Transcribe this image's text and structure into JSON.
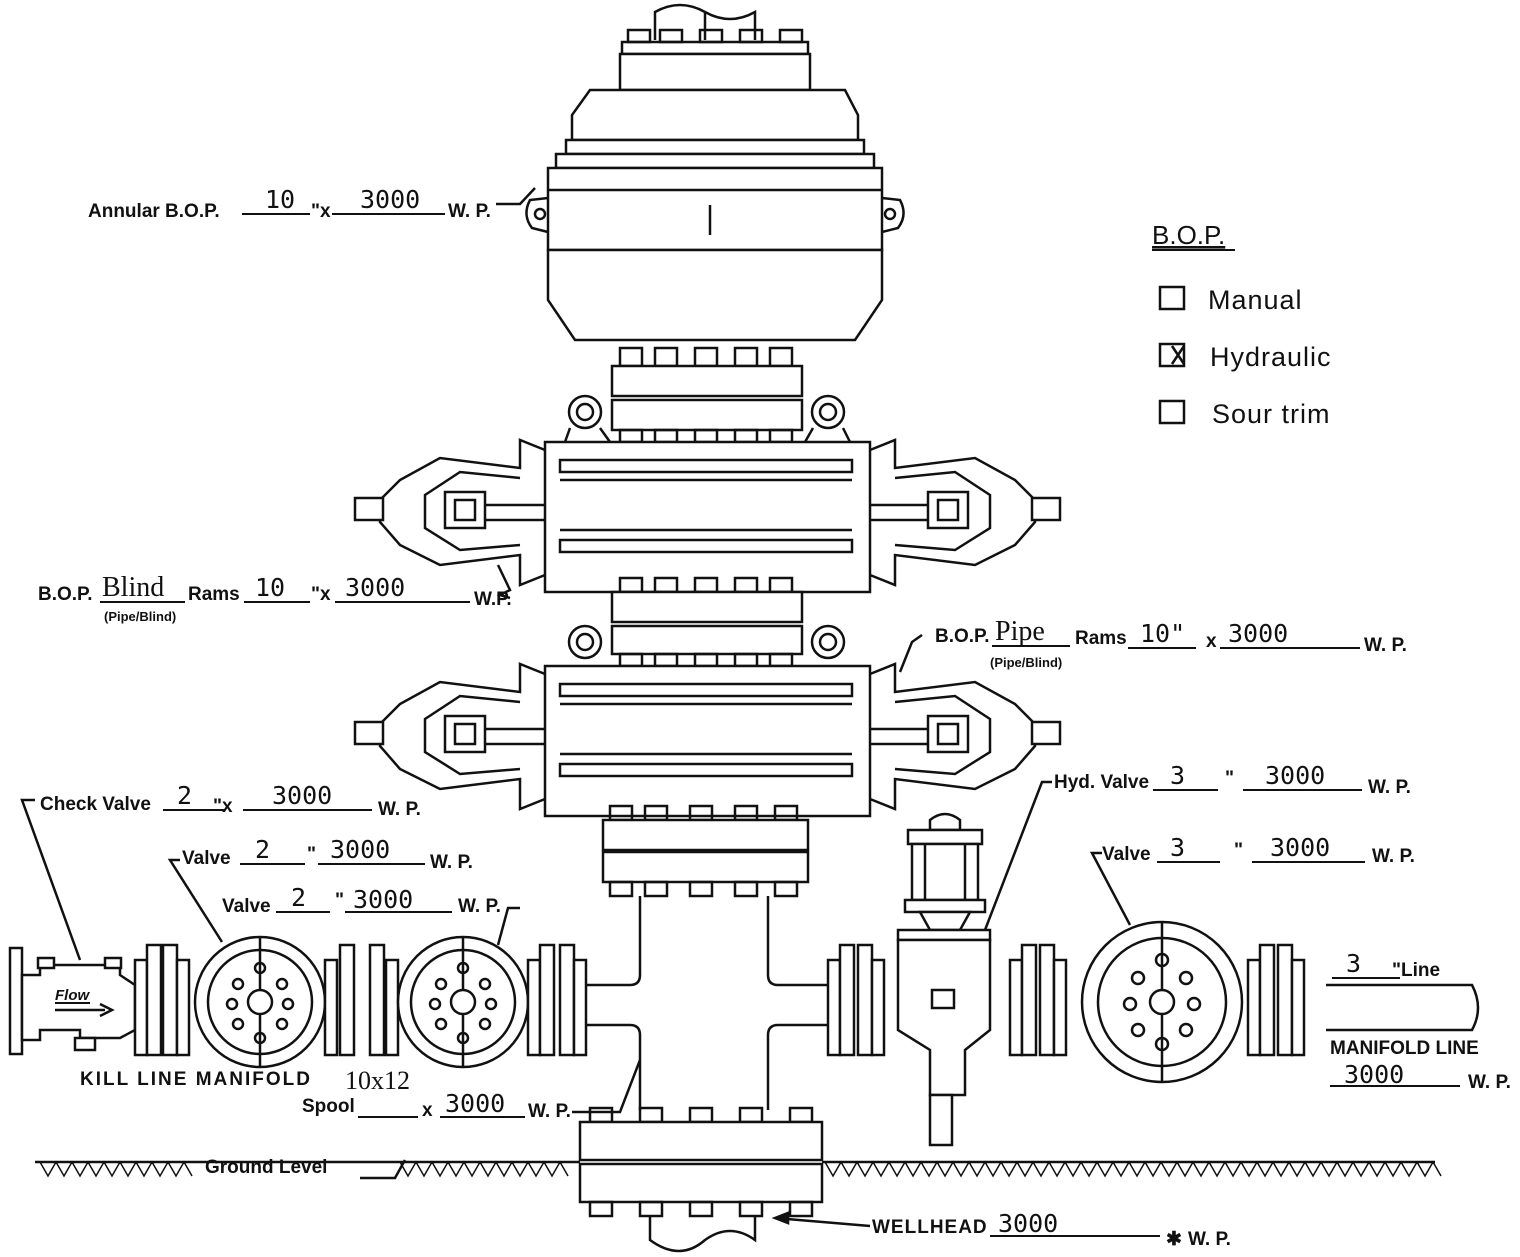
{
  "labels": {
    "annular": {
      "prefix": "Annular B.O.P.",
      "size": "10",
      "x": "\"x",
      "pressure": "3000",
      "suffix": "W. P."
    },
    "blind_rams": {
      "prefix": "B.O.P.",
      "type": "Blind",
      "rams": "Rams",
      "size": "10",
      "x": "\"x",
      "pressure": "3000",
      "suffix": "W.P.",
      "note": "(Pipe/Blind)"
    },
    "pipe_rams": {
      "prefix": "B.O.P.",
      "type": "Pipe",
      "rams": "Rams",
      "size": "10\"",
      "x": "x",
      "pressure": "3000",
      "suffix": "W. P.",
      "note": "(Pipe/Blind)"
    },
    "check_valve": {
      "prefix": "Check Valve",
      "size": "2",
      "x": "\"x",
      "pressure": "3000",
      "suffix": "W. P."
    },
    "valve_1": {
      "prefix": "Valve",
      "size": "2",
      "q": "\"",
      "pressure": "3000",
      "suffix": "W. P."
    },
    "valve_2": {
      "prefix": "Valve",
      "size": "2",
      "q": "\"",
      "pressure": "3000",
      "suffix": "W. P."
    },
    "hyd_valve": {
      "prefix": "Hyd. Valve",
      "size": "3",
      "q": "\"",
      "pressure": "3000",
      "suffix": "W. P."
    },
    "valve_3": {
      "prefix": "Valve",
      "size": "3",
      "q": "\"",
      "pressure": "3000",
      "suffix": "W. P."
    },
    "line": {
      "size": "3",
      "suffix": "\"Line"
    },
    "manifold_line": {
      "title": "MANIFOLD LINE",
      "pressure": "3000",
      "suffix": "W. P."
    },
    "kill_line": "KILL LINE MANIFOLD",
    "spool": {
      "size": "10x12",
      "prefix": "Spool",
      "x": "x",
      "pressure": "3000",
      "suffix": "W. P."
    },
    "flow": "Flow",
    "ground": "Ground  Level",
    "wellhead": {
      "prefix": "WELLHEAD",
      "pressure": "3000",
      "suffix": "W. P."
    }
  },
  "legend": {
    "title": "B.O.P.",
    "items": [
      {
        "label": "Manual",
        "checked": false
      },
      {
        "label": "Hydraulic",
        "checked": true
      },
      {
        "label": "Sour trim",
        "checked": false
      }
    ]
  }
}
